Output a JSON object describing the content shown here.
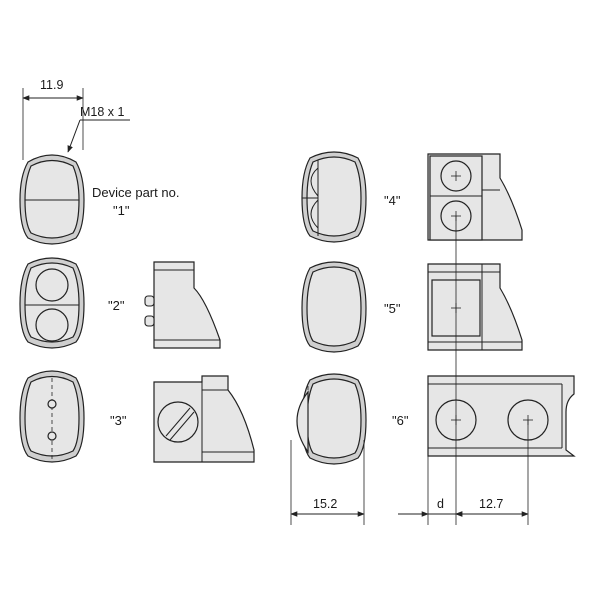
{
  "dimensions": {
    "width_top": "11.9",
    "thread": "M18 x 1",
    "offset_15": "15.2",
    "offset_d": "d",
    "pitch": "12.7"
  },
  "labels": {
    "device_part": "Device part no.",
    "part_1": "\"1\"",
    "part_2": "\"2\"",
    "part_3": "\"3\"",
    "part_4": "\"4\"",
    "part_5": "\"5\"",
    "part_6": "\"6\""
  }
}
